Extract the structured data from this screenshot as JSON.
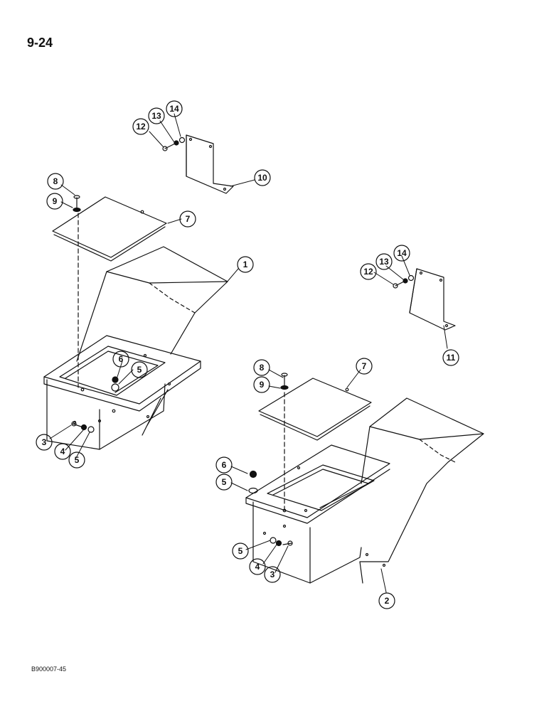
{
  "header": {
    "page_number": "9-24"
  },
  "footer": {
    "figure_code": "B900007-45"
  },
  "callouts": {
    "upper_left": [
      {
        "id": "a1",
        "label": "12"
      },
      {
        "id": "a2",
        "label": "13"
      },
      {
        "id": "a3",
        "label": "14"
      },
      {
        "id": "a4",
        "label": "10"
      },
      {
        "id": "a5",
        "label": "8"
      },
      {
        "id": "a6",
        "label": "9"
      },
      {
        "id": "a7",
        "label": "7"
      },
      {
        "id": "a8",
        "label": "1"
      },
      {
        "id": "a9",
        "label": "6"
      },
      {
        "id": "a10",
        "label": "5"
      },
      {
        "id": "a11",
        "label": "3"
      },
      {
        "id": "a12",
        "label": "4"
      },
      {
        "id": "a13",
        "label": "5"
      }
    ],
    "right": [
      {
        "id": "b1",
        "label": "12"
      },
      {
        "id": "b2",
        "label": "13"
      },
      {
        "id": "b3",
        "label": "14"
      },
      {
        "id": "b4",
        "label": "11"
      },
      {
        "id": "b5",
        "label": "8"
      },
      {
        "id": "b6",
        "label": "9"
      },
      {
        "id": "b7",
        "label": "7"
      },
      {
        "id": "b8",
        "label": "6"
      },
      {
        "id": "b9",
        "label": "5"
      },
      {
        "id": "b10",
        "label": "5"
      },
      {
        "id": "b11",
        "label": "4"
      },
      {
        "id": "b12",
        "label": "3"
      },
      {
        "id": "b13",
        "label": "2"
      }
    ]
  }
}
